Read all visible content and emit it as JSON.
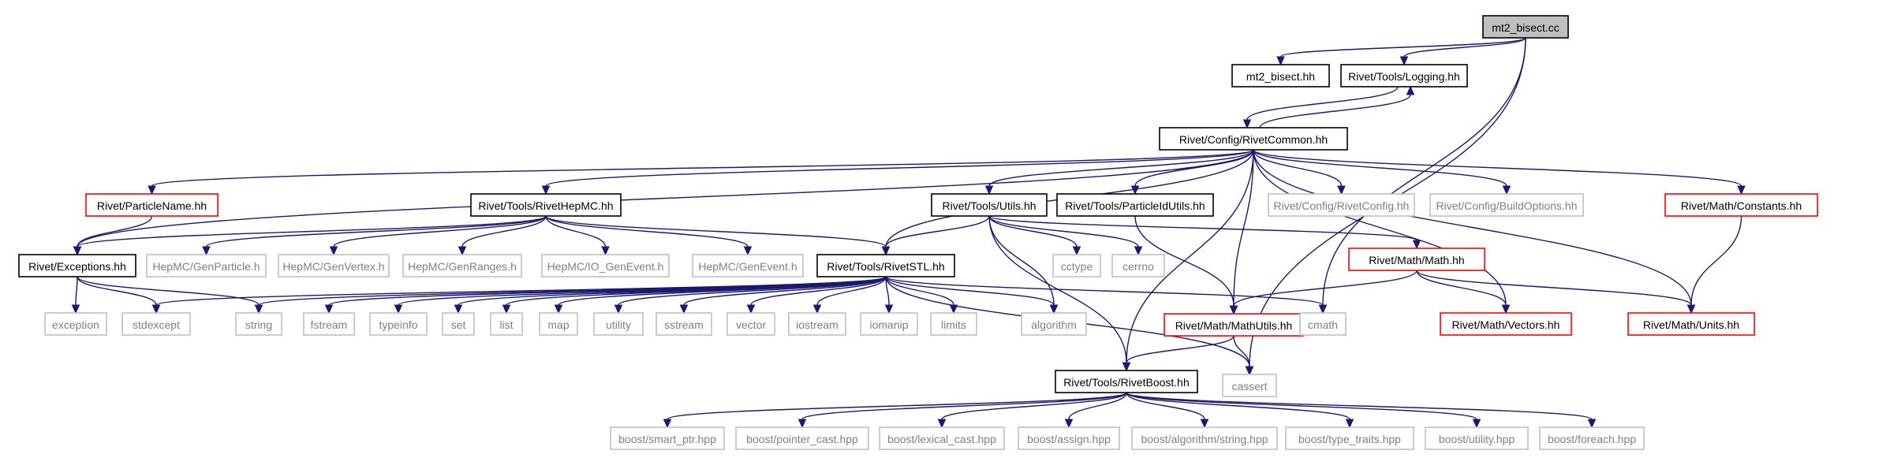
{
  "graph": {
    "title": "mt2_bisect.cc",
    "colors": {
      "edge": "#191970",
      "root_fill": "#bfbfbf",
      "documented_border": "#000000",
      "truncated_border": "#ff0000",
      "external_border": "#bfbfbf",
      "external_text": "#7f7f7f",
      "text": "#000000"
    },
    "nodes": [
      {
        "id": "root",
        "label": "mt2_bisect.cc",
        "kind": "root"
      },
      {
        "id": "mt2h",
        "label": "mt2_bisect.hh",
        "kind": "doc"
      },
      {
        "id": "logging",
        "label": "Rivet/Tools/Logging.hh",
        "kind": "doc"
      },
      {
        "id": "common",
        "label": "Rivet/Config/RivetCommon.hh",
        "kind": "doc"
      },
      {
        "id": "pname",
        "label": "Rivet/ParticleName.hh",
        "kind": "trunc"
      },
      {
        "id": "hepmc",
        "label": "Rivet/Tools/RivetHepMC.hh",
        "kind": "doc"
      },
      {
        "id": "utils",
        "label": "Rivet/Tools/Utils.hh",
        "kind": "doc"
      },
      {
        "id": "pidutils",
        "label": "Rivet/Tools/ParticleIdUtils.hh",
        "kind": "doc"
      },
      {
        "id": "rconfig",
        "label": "Rivet/Config/RivetConfig.hh",
        "kind": "ext"
      },
      {
        "id": "bopts",
        "label": "Rivet/Config/BuildOptions.hh",
        "kind": "ext"
      },
      {
        "id": "constants",
        "label": "Rivet/Math/Constants.hh",
        "kind": "trunc"
      },
      {
        "id": "exceptions",
        "label": "Rivet/Exceptions.hh",
        "kind": "doc"
      },
      {
        "id": "genparticle",
        "label": "HepMC/GenParticle.h",
        "kind": "ext"
      },
      {
        "id": "genvertex",
        "label": "HepMC/GenVertex.h",
        "kind": "ext"
      },
      {
        "id": "genranges",
        "label": "HepMC/GenRanges.h",
        "kind": "ext"
      },
      {
        "id": "iogenevent",
        "label": "HepMC/IO_GenEvent.h",
        "kind": "ext"
      },
      {
        "id": "genevent",
        "label": "HepMC/GenEvent.h",
        "kind": "ext"
      },
      {
        "id": "stl",
        "label": "Rivet/Tools/RivetSTL.hh",
        "kind": "doc"
      },
      {
        "id": "cctype",
        "label": "cctype",
        "kind": "ext"
      },
      {
        "id": "cerrno",
        "label": "cerrno",
        "kind": "ext"
      },
      {
        "id": "mathh",
        "label": "Rivet/Math/Math.hh",
        "kind": "trunc"
      },
      {
        "id": "exception",
        "label": "exception",
        "kind": "ext"
      },
      {
        "id": "stdexcept",
        "label": "stdexcept",
        "kind": "ext"
      },
      {
        "id": "string",
        "label": "string",
        "kind": "ext"
      },
      {
        "id": "fstream",
        "label": "fstream",
        "kind": "ext"
      },
      {
        "id": "typeinfo",
        "label": "typeinfo",
        "kind": "ext"
      },
      {
        "id": "set",
        "label": "set",
        "kind": "ext"
      },
      {
        "id": "list",
        "label": "list",
        "kind": "ext"
      },
      {
        "id": "map",
        "label": "map",
        "kind": "ext"
      },
      {
        "id": "utility",
        "label": "utility",
        "kind": "ext"
      },
      {
        "id": "sstream",
        "label": "sstream",
        "kind": "ext"
      },
      {
        "id": "vector",
        "label": "vector",
        "kind": "ext"
      },
      {
        "id": "iostream",
        "label": "iostream",
        "kind": "ext"
      },
      {
        "id": "iomanip",
        "label": "iomanip",
        "kind": "ext"
      },
      {
        "id": "limits",
        "label": "limits",
        "kind": "ext"
      },
      {
        "id": "algorithm",
        "label": "algorithm",
        "kind": "ext"
      },
      {
        "id": "mathutils",
        "label": "Rivet/Math/MathUtils.hh",
        "kind": "trunc"
      },
      {
        "id": "cmath",
        "label": "cmath",
        "kind": "ext"
      },
      {
        "id": "vectors",
        "label": "Rivet/Math/Vectors.hh",
        "kind": "trunc"
      },
      {
        "id": "units",
        "label": "Rivet/Math/Units.hh",
        "kind": "trunc"
      },
      {
        "id": "boost",
        "label": "Rivet/Tools/RivetBoost.hh",
        "kind": "doc"
      },
      {
        "id": "cassert",
        "label": "cassert",
        "kind": "ext"
      },
      {
        "id": "smartptr",
        "label": "boost/smart_ptr.hpp",
        "kind": "ext"
      },
      {
        "id": "pcast",
        "label": "boost/pointer_cast.hpp",
        "kind": "ext"
      },
      {
        "id": "lcast",
        "label": "boost/lexical_cast.hpp",
        "kind": "ext"
      },
      {
        "id": "assign",
        "label": "boost/assign.hpp",
        "kind": "ext"
      },
      {
        "id": "algstring",
        "label": "boost/algorithm/string.hpp",
        "kind": "ext"
      },
      {
        "id": "typetraits",
        "label": "boost/type_traits.hpp",
        "kind": "ext"
      },
      {
        "id": "butility",
        "label": "boost/utility.hpp",
        "kind": "ext"
      },
      {
        "id": "foreach",
        "label": "boost/foreach.hpp",
        "kind": "ext"
      }
    ],
    "edges": [
      [
        "root",
        "mt2h"
      ],
      [
        "root",
        "logging"
      ],
      [
        "root",
        "cmath"
      ],
      [
        "root",
        "cassert"
      ],
      [
        "logging",
        "common"
      ],
      [
        "common",
        "logging"
      ],
      [
        "common",
        "pname"
      ],
      [
        "common",
        "hepmc"
      ],
      [
        "common",
        "exceptions"
      ],
      [
        "common",
        "stl"
      ],
      [
        "common",
        "utils"
      ],
      [
        "common",
        "pidutils"
      ],
      [
        "common",
        "rconfig"
      ],
      [
        "common",
        "bopts"
      ],
      [
        "common",
        "constants"
      ],
      [
        "common",
        "mathutils"
      ],
      [
        "common",
        "vectors"
      ],
      [
        "common",
        "units"
      ],
      [
        "common",
        "boost"
      ],
      [
        "pname",
        "exceptions"
      ],
      [
        "hepmc",
        "exceptions"
      ],
      [
        "hepmc",
        "genparticle"
      ],
      [
        "hepmc",
        "genvertex"
      ],
      [
        "hepmc",
        "genranges"
      ],
      [
        "hepmc",
        "iogenevent"
      ],
      [
        "hepmc",
        "genevent"
      ],
      [
        "hepmc",
        "stl"
      ],
      [
        "utils",
        "stl"
      ],
      [
        "utils",
        "cctype"
      ],
      [
        "utils",
        "cerrno"
      ],
      [
        "utils",
        "algorithm"
      ],
      [
        "utils",
        "mathh"
      ],
      [
        "utils",
        "boost"
      ],
      [
        "pidutils",
        "mathutils"
      ],
      [
        "constants",
        "units"
      ],
      [
        "exceptions",
        "exception"
      ],
      [
        "exceptions",
        "stdexcept"
      ],
      [
        "exceptions",
        "string"
      ],
      [
        "stl",
        "stdexcept"
      ],
      [
        "stl",
        "string"
      ],
      [
        "stl",
        "fstream"
      ],
      [
        "stl",
        "typeinfo"
      ],
      [
        "stl",
        "set"
      ],
      [
        "stl",
        "list"
      ],
      [
        "stl",
        "map"
      ],
      [
        "stl",
        "utility"
      ],
      [
        "stl",
        "sstream"
      ],
      [
        "stl",
        "vector"
      ],
      [
        "stl",
        "iostream"
      ],
      [
        "stl",
        "iomanip"
      ],
      [
        "stl",
        "limits"
      ],
      [
        "stl",
        "algorithm"
      ],
      [
        "stl",
        "cmath"
      ],
      [
        "stl",
        "cassert"
      ],
      [
        "mathh",
        "mathutils"
      ],
      [
        "mathh",
        "vectors"
      ],
      [
        "mathh",
        "units"
      ],
      [
        "mathutils",
        "boost"
      ],
      [
        "mathutils",
        "cassert"
      ],
      [
        "boost",
        "smartptr"
      ],
      [
        "boost",
        "pcast"
      ],
      [
        "boost",
        "lcast"
      ],
      [
        "boost",
        "assign"
      ],
      [
        "boost",
        "algstring"
      ],
      [
        "boost",
        "typetraits"
      ],
      [
        "boost",
        "butility"
      ],
      [
        "boost",
        "foreach"
      ]
    ]
  }
}
